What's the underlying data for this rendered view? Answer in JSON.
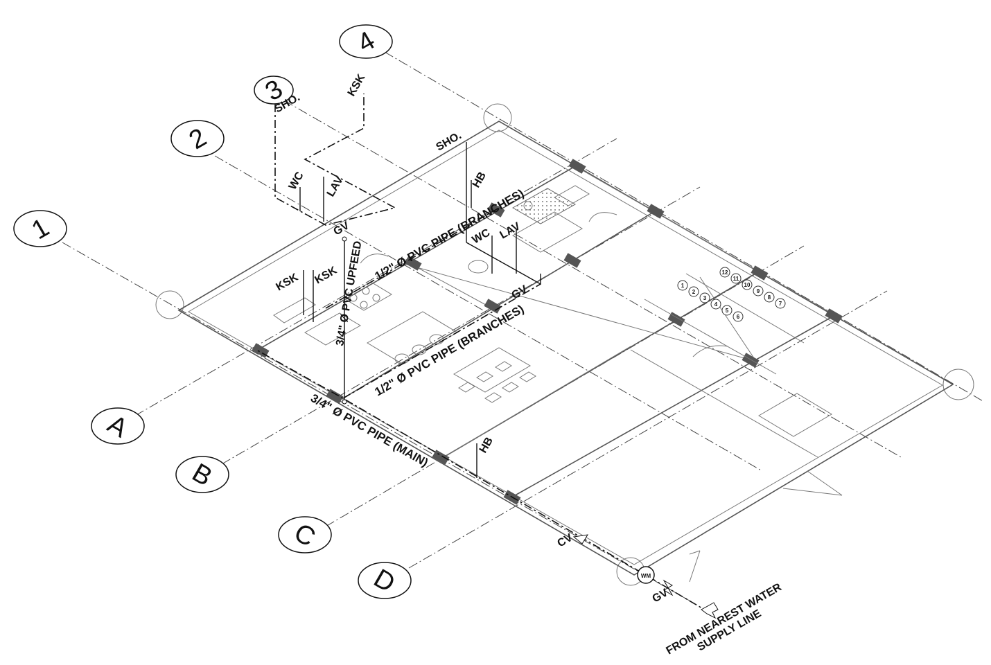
{
  "grid": {
    "numbers": [
      "1",
      "2",
      "3",
      "4"
    ],
    "letters": [
      "A",
      "B",
      "C",
      "D"
    ]
  },
  "fixtures": {
    "sho_upper": "SHO.",
    "ksk_upper": "KSK",
    "wc_upper": "WC",
    "lav_upper": "LAV",
    "gv_upper": "GV",
    "sho_lower": "SHO.",
    "hb_upper": "HB",
    "wc_lower": "WC",
    "lav_lower": "LAV",
    "gv_lower": "GV",
    "ksk_left": "KSK",
    "ksk_right": "KSK",
    "hb_lower": "HB",
    "cv": "CV",
    "gv_meter": "GV",
    "wm": "WM"
  },
  "pipes": {
    "branches_upper": "1/2\" Ø PVC PIPE (BRANCHES)",
    "branches_lower": "1/2\" Ø PVC PIPE (BRANCHES)",
    "upfeed": "3/4\" Ø PVC UPFEED",
    "main": "3/4\" Ø PVC PIPE (MAIN)"
  },
  "source": {
    "line1": "FROM NEAREST WATER",
    "line2": "SUPPLY LINE"
  },
  "stairs": {
    "steps": [
      "1",
      "2",
      "3",
      "4",
      "5",
      "6",
      "7",
      "8",
      "9",
      "10",
      "11",
      "12"
    ]
  }
}
